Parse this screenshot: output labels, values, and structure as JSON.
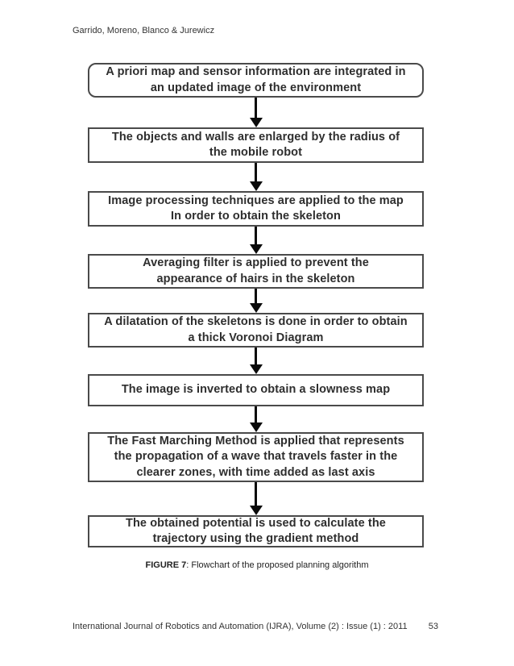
{
  "page": {
    "header": "Garrido, Moreno, Blanco & Jurewicz",
    "footer": {
      "journal": "International Journal of Robotics and Automation (IJRA), Volume (2) : Issue (1) : 2011",
      "page_number": "53"
    }
  },
  "figure": {
    "caption_label": "FIGURE 7",
    "caption_rest": ": Flowchart of the proposed planning algorithm",
    "steps": [
      {
        "shape": "rounded",
        "lines": [
          "A priori map and sensor information are integrated in",
          "an updated image of the environment"
        ]
      },
      {
        "shape": "rect",
        "lines": [
          "The objects and walls are enlarged by the radius of",
          "the mobile robot"
        ]
      },
      {
        "shape": "rect",
        "lines": [
          "Image processing techniques are applied to the map",
          "In order to obtain the skeleton"
        ]
      },
      {
        "shape": "rect",
        "lines": [
          "Averaging filter is applied to prevent the",
          "appearance of hairs in the skeleton"
        ]
      },
      {
        "shape": "rect",
        "lines": [
          "A dilatation of the skeletons is done in order to obtain",
          "a thick Voronoi Diagram"
        ]
      },
      {
        "shape": "rect",
        "lines": [
          "The image is inverted to obtain a slowness map"
        ]
      },
      {
        "shape": "rect",
        "lines": [
          "The Fast Marching Method is applied that represents",
          "the propagation of a wave that travels faster in the",
          "clearer zones, with time added as last axis"
        ]
      },
      {
        "shape": "rect",
        "lines": [
          "The obtained potential is used to calculate the",
          "trajectory using the gradient method"
        ]
      }
    ]
  },
  "colors": {
    "background": "#ffffff",
    "text": "#2e2e2e",
    "box_border": "#4a4a4a",
    "arrow": "#0a0a0a"
  }
}
